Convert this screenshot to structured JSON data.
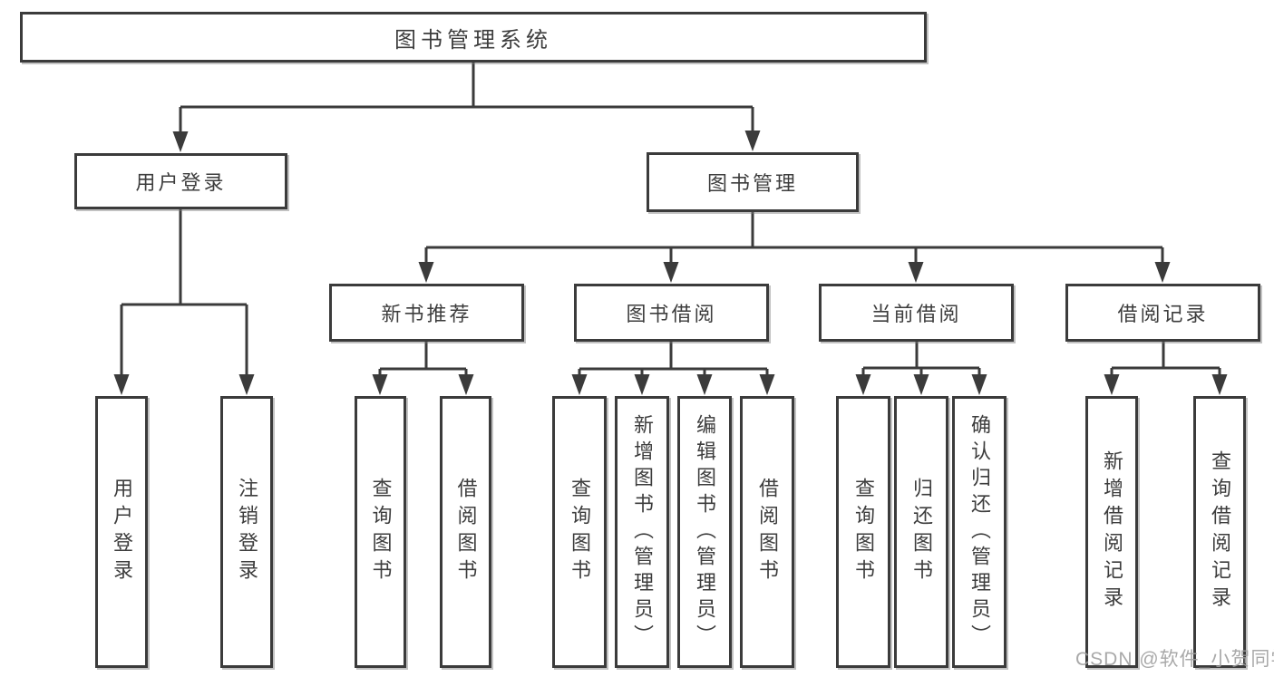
{
  "diagram": {
    "root": {
      "label": "图书管理系统"
    },
    "level2": [
      {
        "id": "user-login",
        "label": "用户登录"
      },
      {
        "id": "book-management",
        "label": "图书管理"
      }
    ],
    "level3": [
      {
        "id": "new-book-recommend",
        "label": "新书推荐"
      },
      {
        "id": "book-borrowing",
        "label": "图书借阅"
      },
      {
        "id": "current-borrowing",
        "label": "当前借阅"
      },
      {
        "id": "borrowing-records",
        "label": "借阅记录"
      }
    ],
    "leaves": {
      "user_login": [
        {
          "label": "用户登录"
        },
        {
          "label": "注销登录"
        }
      ],
      "new_book_recommend": [
        {
          "label": "查询图书"
        },
        {
          "label": "借阅图书"
        }
      ],
      "book_borrowing": [
        {
          "label": "查询图书"
        },
        {
          "label": "新增图书（管理员）"
        },
        {
          "label": "编辑图书（管理员）"
        },
        {
          "label": "借阅图书"
        }
      ],
      "current_borrowing": [
        {
          "label": "查询图书"
        },
        {
          "label": "归还图书"
        },
        {
          "label": "确认归还（管理员）"
        }
      ],
      "borrowing_records": [
        {
          "label": "新增借阅记录"
        },
        {
          "label": "查询借阅记录"
        }
      ]
    }
  },
  "watermark": {
    "text": "CSDN @软件_小贺同学",
    "color": "#a9a9a9"
  },
  "colors": {
    "line": "#3b3b3b",
    "box_border": "#3b3b3b",
    "box_fill": "#ffffff",
    "text": "#3d3d3d",
    "background": "#ffffff"
  }
}
